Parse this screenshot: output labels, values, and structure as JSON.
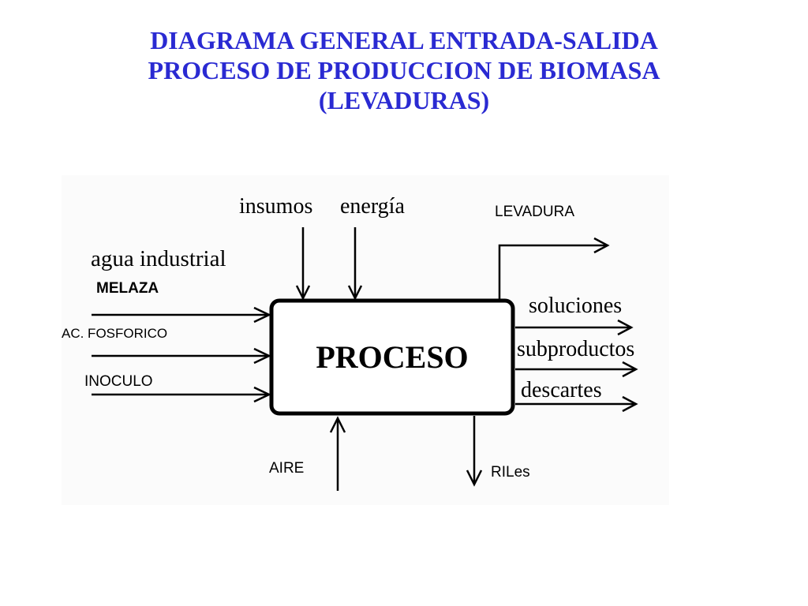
{
  "title": {
    "line1": "DIAGRAMA GENERAL ENTRADA-SALIDA",
    "line2": "PROCESO DE PRODUCCION DE BIOMASA",
    "line3": "(LEVADURAS)"
  },
  "process": {
    "label": "PROCESO"
  },
  "inputs": {
    "top": [
      "insumos",
      "energía"
    ],
    "left_header": "agua industrial",
    "left": [
      "MELAZA",
      "AC. FOSFORICO",
      "INOCULO"
    ],
    "bottom": "AIRE"
  },
  "outputs": {
    "top_right": "LEVADURA",
    "right": [
      "soluciones",
      "subproductos",
      "descartes"
    ],
    "bottom": "RILes"
  },
  "colors": {
    "title": "#2a2ad2",
    "lines": "#000000"
  }
}
